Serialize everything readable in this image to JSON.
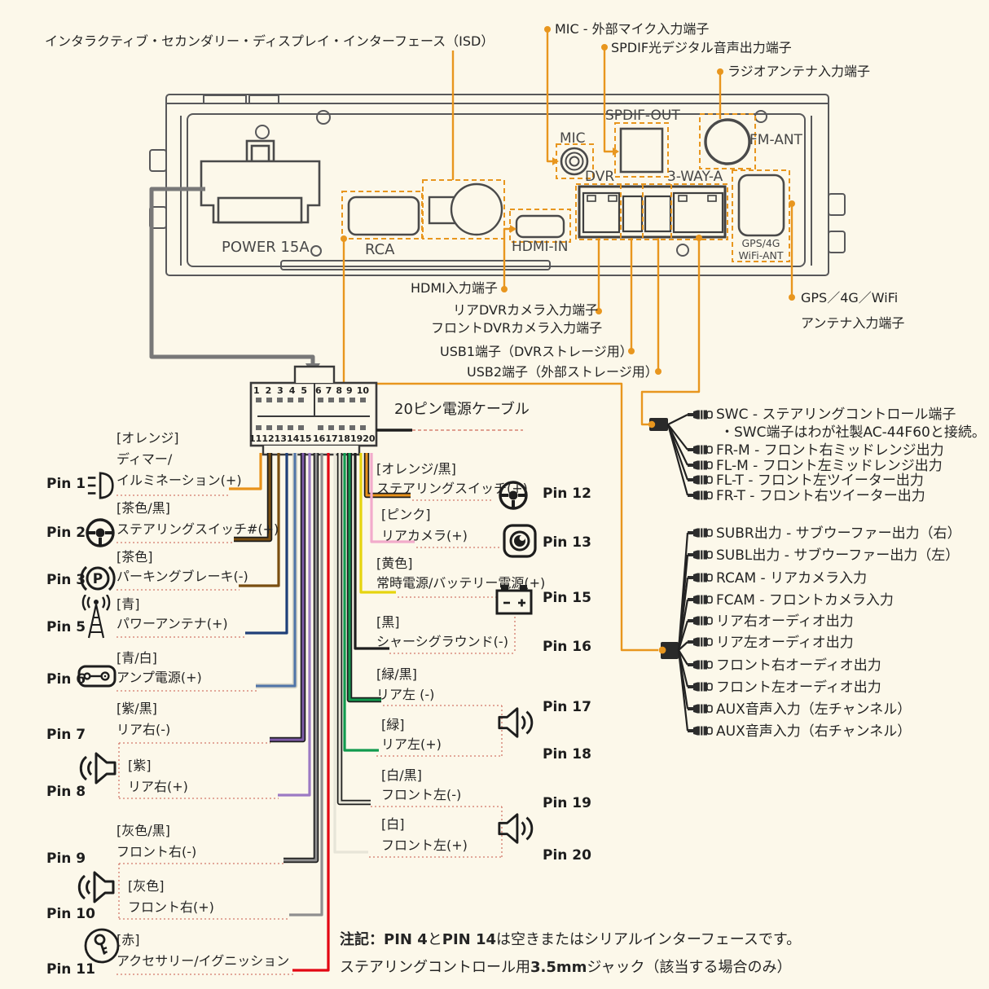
{
  "colors": {
    "background": "#FCF8EA",
    "accent_orange": "#E8961E",
    "panel_outline": "#58585A",
    "underline_red": "#D2776A"
  },
  "wire_colors": {
    "accent": "#E8961E",
    "orange": "#E8921A",
    "brown": "#7A4E10",
    "black": "#1E1E1E",
    "navy": "#1F4079",
    "blue": "#4F74A8",
    "white_edge": "#D8D6C8",
    "purple": "#7D5BA8",
    "purple_light": "#9C7AC4",
    "gray": "#8F8F8F",
    "red": "#E30613",
    "white": "#E7E5D8",
    "green": "#119A4E",
    "yellow": "#E6D40E",
    "pink": "#F2ABCB",
    "feed_gray": "#787878"
  },
  "icons": [
    "illumination-icon",
    "steering-wheel-icon",
    "parking-brake-icon",
    "antenna-icon",
    "amplifier-icon",
    "speaker-icon",
    "ignition-key-icon",
    "camera-icon",
    "battery-icon",
    "rca-plug-icon"
  ],
  "callouts": {
    "isd": "インタラクティブ・セカンダリー・ディスプレイ・インターフェース（ISD）",
    "mic": "MIC - 外部マイク入力端子",
    "spdif": "SPDIF光デジタル音声出力端子",
    "radio": "ラジオアンテナ入力端子",
    "hdmi": "HDMI入力端子",
    "dvr_rear": "リアDVRカメラ入力端子",
    "dvr_front": "フロントDVRカメラ入力端子",
    "usb1": "USB1端子（DVRストレージ用）",
    "usb2": "USB2端子（外部ストレージ用）",
    "gps1": "GPS／4G／WiFi",
    "gps2": "アンテナ入力端子"
  },
  "panel": {
    "power": "POWER 15A",
    "rca": "RCA",
    "hdmi": "HDMI-IN",
    "mic": "MIC",
    "spdif": "SPDIF-OUT",
    "fm": "FM-ANT",
    "dvr": "DVR",
    "three_way": "3-WAY-A",
    "gps_line1": "GPS/4G",
    "gps_line2": "WiFi-ANT"
  },
  "connector": {
    "cable_label": "20ピン電源ケーブル",
    "pins_top": [
      "1",
      "2",
      "3",
      "4",
      "5",
      "6",
      "7",
      "8",
      "9",
      "10"
    ],
    "pins_bottom": [
      "11",
      "12",
      "13",
      "14",
      "15",
      "16",
      "17",
      "18",
      "19",
      "20"
    ]
  },
  "pins_left": [
    {
      "pin": "Pin 1",
      "color": "[オレンジ]",
      "line1": "ディマー/",
      "line2": "イルミネーション(+)"
    },
    {
      "pin": "Pin 2",
      "color": "[茶色/黒]",
      "line2": "ステアリングスイッチ#(+)"
    },
    {
      "pin": "Pin 3",
      "color": "[茶色]",
      "line2": "パーキングブレーキ(-)"
    },
    {
      "pin": "Pin 5",
      "color": "[青]",
      "line2": "パワーアンテナ(+)"
    },
    {
      "pin": "Pin 6",
      "color": "[青/白]",
      "line2": "アンプ電源(+)"
    },
    {
      "pin": "Pin 7",
      "color": "[紫/黒]",
      "line2": "リア右(-)"
    },
    {
      "pin": "Pin 8",
      "color": "[紫]",
      "line2": "リア右(+)"
    },
    {
      "pin": "Pin 9",
      "color": "[灰色/黒]",
      "line2": "フロント右(-)"
    },
    {
      "pin": "Pin 10",
      "color": "[灰色]",
      "line2": "フロント右(+)"
    },
    {
      "pin": "Pin 11",
      "color": "[赤]",
      "line2": "アクセサリー/イグニッション"
    }
  ],
  "pins_right": [
    {
      "pin": "Pin 12",
      "color": "[オレンジ/黒]",
      "line2": "ステアリングスイッチ(+)"
    },
    {
      "pin": "Pin 13",
      "color": "[ピンク]",
      "line2": "リアカメラ(+)"
    },
    {
      "pin": "Pin 15",
      "color": "[黄色]",
      "line2": "常時電源/バッテリー電源(+)"
    },
    {
      "pin": "Pin 16",
      "color": "[黒]",
      "line2": "シャーシグラウンド(-)"
    },
    {
      "pin": "Pin 17",
      "color": "[緑/黒]",
      "line2": "リア左 (-)"
    },
    {
      "pin": "Pin 18",
      "color": "[緑]",
      "line2": "リア左(+)"
    },
    {
      "pin": "Pin 19",
      "color": "[白/黒]",
      "line2": "フロント左(-)"
    },
    {
      "pin": "Pin 20",
      "color": "[白]",
      "line2": "フロント左(+)"
    }
  ],
  "harness_top": [
    "SWC - ステアリングコントロール端子",
    "・SWC端子はわが社製AC-44F60と接続。",
    "FR-M - フロント右ミッドレンジ出力",
    "FL-M - フロント左ミッドレンジ出力",
    "FL-T - フロント左ツイーター出力",
    "FR-T - フロント右ツイーター出力"
  ],
  "harness_bottom": [
    "SUBR出力 - サブウーファー出力（右）",
    "SUBL出力 - サブウーファー出力（左）",
    "RCAM - リアカメラ入力",
    "FCAM - フロントカメラ入力",
    "リア右オーディオ出力",
    "リア左オーディオ出力",
    "フロント右オーディオ出力",
    "フロント左オーディオ出力",
    "AUX音声入力（左チャンネル）",
    "AUX音声入力（右チャンネル）"
  ],
  "notes": {
    "prefix": "注記：",
    "bold1": "PIN 4",
    "mid": "と",
    "bold2": "PIN 14",
    "rest": "は空きまたはシリアルインターフェースです。",
    "line2_a": "ステアリングコントロール用",
    "line2_b": "3.5mm",
    "line2_c": "ジャック（該当する場合のみ）"
  }
}
